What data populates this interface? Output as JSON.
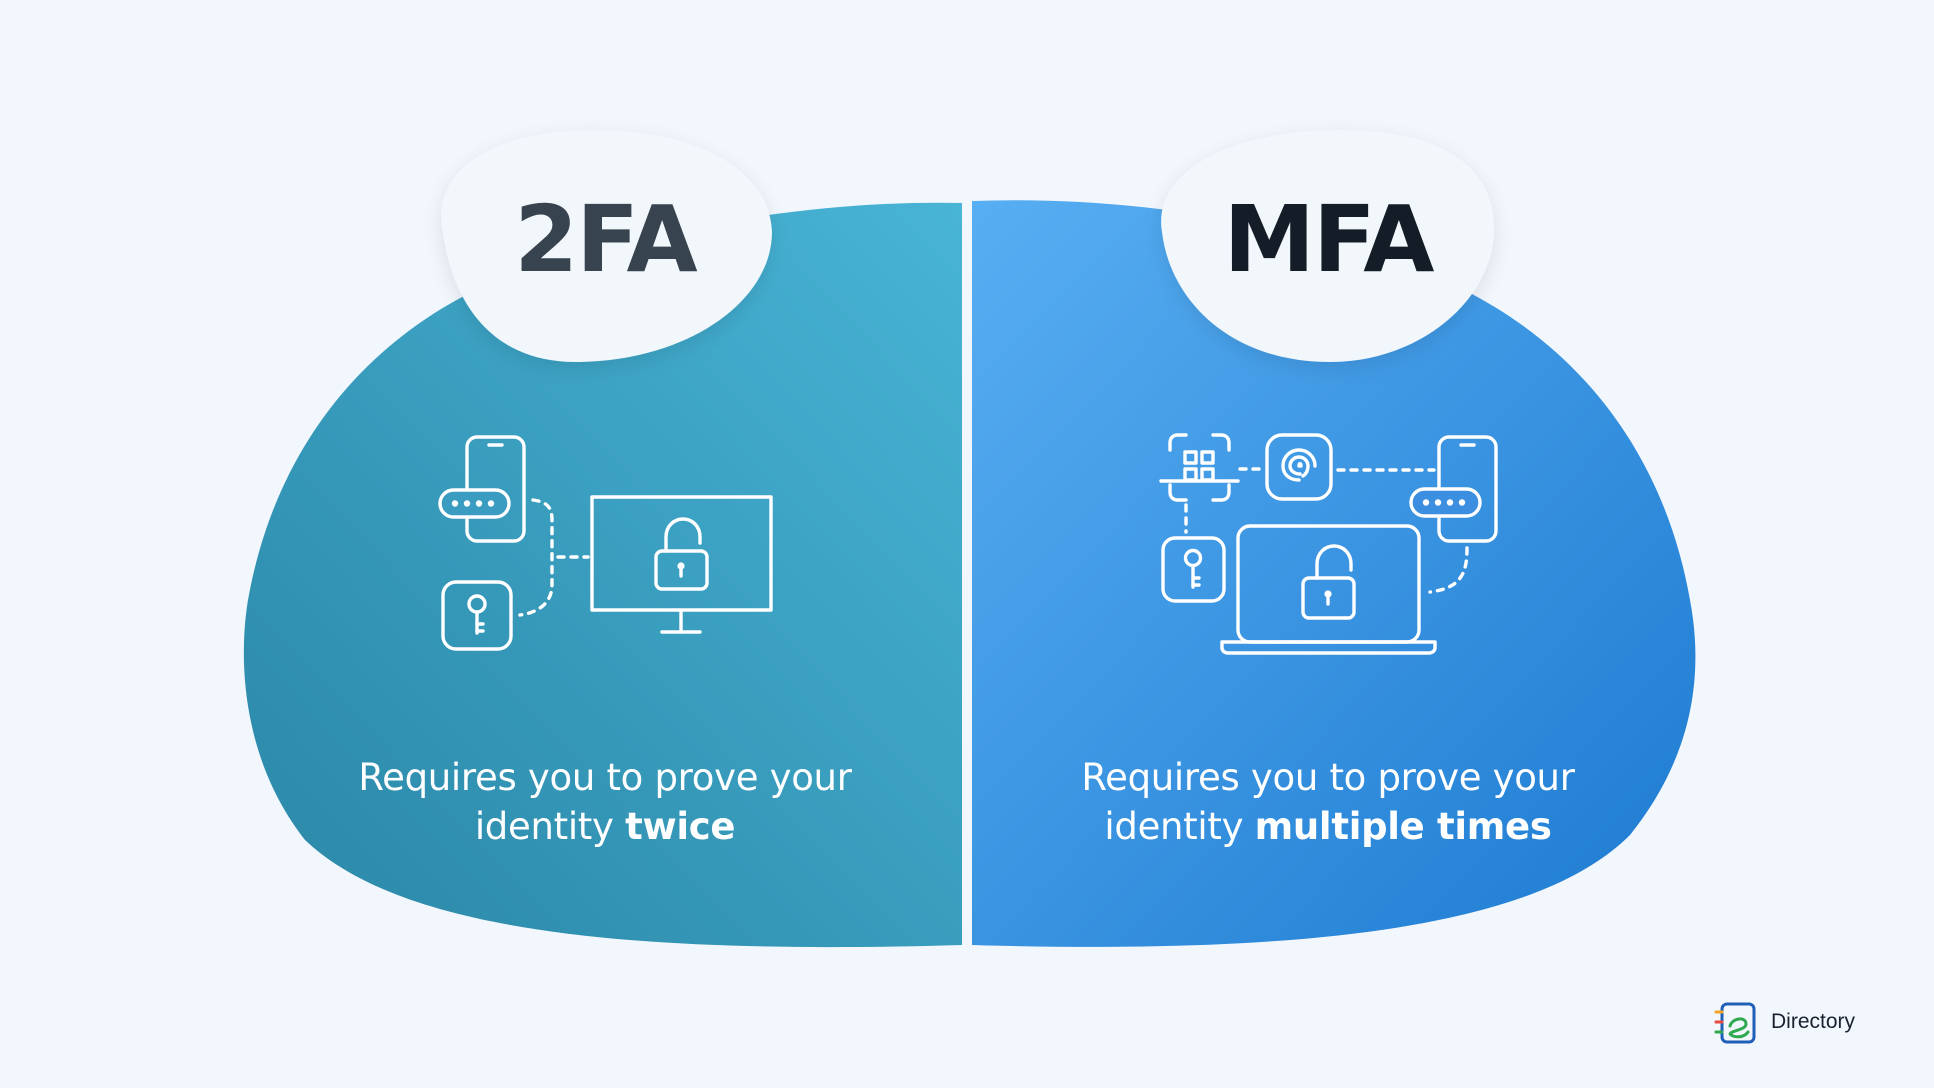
{
  "left_panel": {
    "title": "2FA",
    "text_line1": "Requires you to prove your",
    "text_plain": "identity ",
    "text_bold": "twice",
    "color_light": "#48b4d6",
    "color_dark": "#2a86a6",
    "icons": [
      "smartphone-icon",
      "password-field-icon",
      "key-icon",
      "monitor-icon",
      "padlock-icon"
    ]
  },
  "right_panel": {
    "title": "MFA",
    "text_line1": "Requires you to prove your",
    "text_plain": "identity ",
    "text_bold": "multiple times",
    "color_light": "#58aef2",
    "color_dark": "#1c7ad0",
    "icons": [
      "face-scan-icon",
      "fingerprint-icon",
      "smartphone-icon",
      "password-field-icon",
      "key-icon",
      "laptop-icon",
      "padlock-icon"
    ]
  },
  "brand": {
    "name": "Directory",
    "logo_icon": "directory-logo-icon"
  },
  "colors": {
    "background": "#f1f7fd",
    "badge": "#f2f7fc",
    "title_left": "#37444f",
    "title_right": "#141d27"
  }
}
